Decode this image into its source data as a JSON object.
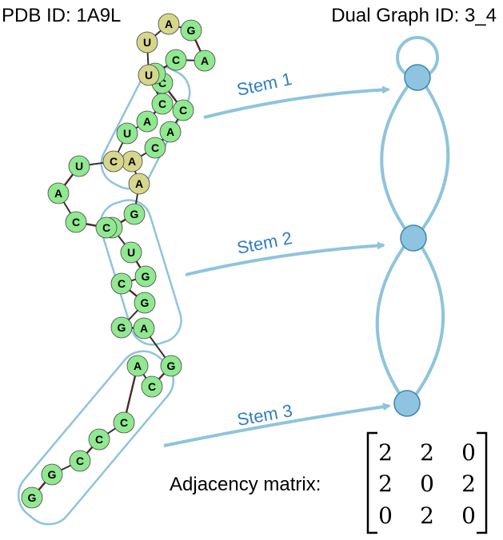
{
  "header": {
    "pdb_label": "PDB ID: 1A9L",
    "dual_label": "Dual Graph ID: 3_4"
  },
  "colors": {
    "paired_fill": "#90e890",
    "unpaired_fill": "#d6d68c",
    "loop_fill": "#a8d4e6",
    "backbone": "#333333",
    "pair_bond": "#e03030",
    "stem_outline": "#8fc4dc",
    "arrow": "#8fc4dc",
    "graph_edge": "#8fc4dc",
    "graph_node": "#8fc4e0",
    "stem_label": "#2f7fbf"
  },
  "rna": {
    "sequence": [
      "G",
      "G",
      "C",
      "C",
      "C",
      "A",
      "C",
      "G",
      "A",
      "G",
      "G",
      "C",
      "G",
      "U",
      "G",
      "G",
      "A",
      "A",
      "C",
      "A",
      "C",
      "C",
      "G",
      "C",
      "A",
      "G",
      "A",
      "U",
      "U",
      "C",
      "A",
      "U",
      "C",
      "U",
      "A",
      "C",
      "C"
    ],
    "kinds": [
      "p",
      "p",
      "p",
      "p",
      "p",
      "p",
      "p",
      "p",
      "p",
      "p",
      "p",
      "p",
      "p",
      "p",
      "p",
      "p",
      "u",
      "u",
      "p",
      "p",
      "p",
      "p",
      "p",
      "p",
      "p",
      "p",
      "u",
      "u",
      "u",
      "p",
      "p",
      "p",
      "u",
      "p",
      "p",
      "p",
      "p"
    ]
  },
  "stems": [
    {
      "label": "Stem 1"
    },
    {
      "label": "Stem 2"
    },
    {
      "label": "Stem 3"
    }
  ],
  "dual_graph": {
    "nodes": 3,
    "self_loops": [
      1
    ]
  },
  "adjacency": {
    "label": "Adjacency matrix:",
    "matrix": [
      [
        2,
        2,
        0
      ],
      [
        2,
        0,
        2
      ],
      [
        0,
        2,
        0
      ]
    ]
  }
}
